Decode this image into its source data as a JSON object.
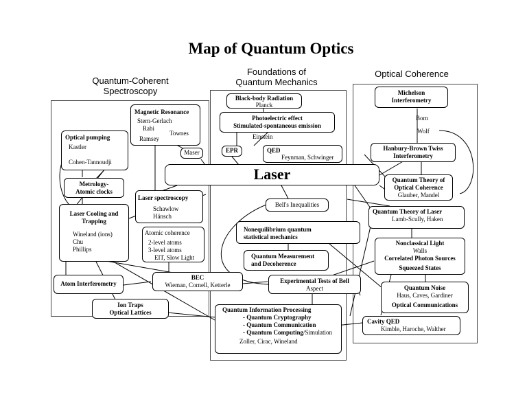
{
  "title": "Map of Quantum Optics",
  "columns": {
    "left": "Quantum-Coherent\nSpectroscopy",
    "middle": "Foundations of\nQuantum Mechanics",
    "right": "Optical Coherence"
  },
  "center": "Laser",
  "nodes": {
    "magnetic_resonance": {
      "title": "Magnetic Resonance",
      "l1": "Stern-Gerlach",
      "l2": "Rabi",
      "l3": "Townes",
      "l4": "Ramsey"
    },
    "optical_pumping": {
      "title": "Optical pumping",
      "l1": "Kastler",
      "l2": "Cohen-Tannoudji"
    },
    "maser": "Maser",
    "metrology": {
      "l1": "Metrology-",
      "l2": "Atomic clocks"
    },
    "laser_cooling": {
      "l1": "Laser Cooling and",
      "l2": "Trapping",
      "l3": "Wineland (ions)",
      "l4": "Chu",
      "l5": "Phillips"
    },
    "laser_spectroscopy": {
      "title": "Laser spectroscopy",
      "l1": "Schawlow",
      "l2": "Hänsch"
    },
    "atomic_coherence": {
      "title": "Atomic coherence",
      "l1": "2-level atoms",
      "l2": "3-level atoms",
      "l3": "EIT, Slow Light"
    },
    "atom_interferometry": "Atom Interferometry",
    "bec": {
      "title": "BEC",
      "l1": "Wieman, Cornell, Ketterle"
    },
    "ion_traps": {
      "l1": "Ion Traps",
      "l2": "Optical Lattices"
    },
    "black_body": {
      "title": "Black-body Radiation",
      "l1": "Planck"
    },
    "photoelectric": {
      "l1": "Photoelectric effect",
      "l2": "Stimulated-spontaneous emission"
    },
    "einstein": "Einstein",
    "epr": "EPR",
    "qed": {
      "title": "QED",
      "l1": "Feynman, Schwinger"
    },
    "bells": "Bell's Inequalities",
    "noneq": {
      "l1": "Nonequilibrium quantum",
      "l2": "statistical mechanics"
    },
    "measurement": {
      "l1": "Quantum Measurement",
      "l2": "and Decoherence"
    },
    "bell_tests": {
      "title": "Experimental Tests of Bell",
      "l1": "Aspect"
    },
    "qip": {
      "title": "Quantum Information Processing",
      "l1": "- Quantum Cryptography",
      "l2": "- Quantum Communication",
      "l3": "- Quantum Computing",
      "l3b": "/Simulation",
      "l4": "Zoller, Cirac, Wineland"
    },
    "michelson": {
      "l1": "Michelson",
      "l2": "Interferometry"
    },
    "born": "Born",
    "wolf": "Wolf",
    "hbt": {
      "l1": "Hanbury-Brown Twiss",
      "l2": "Interferometry"
    },
    "qtoc": {
      "l1": "Quantum Theory of",
      "l2": "Optical Coherence",
      "l3": "Glauber, Mandel"
    },
    "qtl": {
      "title": "Quantum  Theory of Laser",
      "l1": "Lamb-Scully,  Haken"
    },
    "nonclassical": {
      "title": "Nonclassical Light",
      "l1": "Walls",
      "l2": "Correlated Photon Sources",
      "l3": "Squeezed States"
    },
    "noise": {
      "title": "Quantum Noise",
      "l1": "Haus,  Caves, Gardiner",
      "l2": "Optical  Communications"
    },
    "cavity": {
      "title": "Cavity QED",
      "l1": "Kimble, Haroche, Walther"
    }
  }
}
